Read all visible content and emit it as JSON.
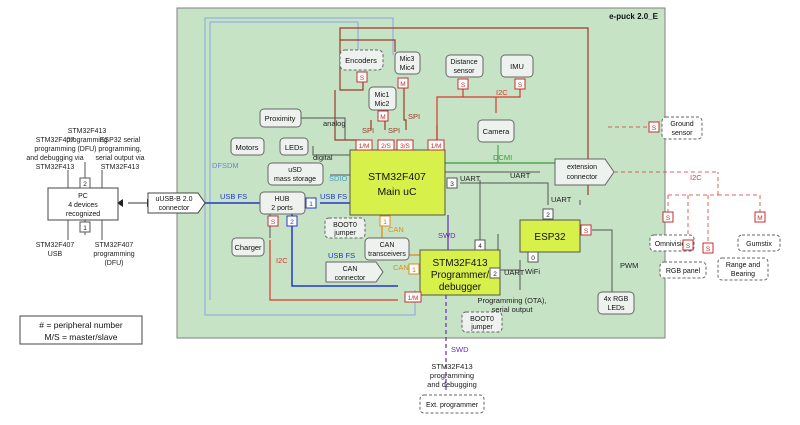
{
  "board_title": "e-puck 2.0_E",
  "main_uc": {
    "line1": "STM32F407",
    "line2": "Main uC"
  },
  "programmer": {
    "line1": "STM32F413",
    "line2": "Programmer/",
    "line3": "debugger"
  },
  "esp32": "ESP32",
  "sensors": {
    "encoders": "Encoders",
    "mic34": {
      "line1": "Mic3",
      "line2": "Mic4"
    },
    "mic12": {
      "line1": "Mic1",
      "line2": "Mic2"
    },
    "distance": {
      "line1": "Distance",
      "line2": "sensor"
    },
    "imu": "IMU",
    "camera": "Camera",
    "proximity": "Proximity",
    "motors": "Motors",
    "leds": "LEDs",
    "usd": {
      "line1": "uSD",
      "line2": "mass storage"
    },
    "hub": {
      "line1": "HUB",
      "line2": "2 ports"
    },
    "charger": "Charger",
    "boot0_main": {
      "line1": "BOOT0",
      "line2": "jumper"
    },
    "can_trans": {
      "line1": "CAN",
      "line2": "transceivers"
    },
    "can_conn": {
      "line1": "CAN",
      "line2": "connector"
    },
    "boot0_prog": {
      "line1": "BOOT0",
      "line2": "jumper"
    },
    "ext_conn": {
      "line1": "extension",
      "line2": "connector"
    },
    "rgb_leds": {
      "line1": "4x RGB",
      "line2": "LEDs"
    }
  },
  "external": {
    "pc": {
      "line1": "PC",
      "line2": "4 devices",
      "line3": "recognized"
    },
    "usb_conn": {
      "line1": "uUSB-B 2.0",
      "line2": "connector"
    },
    "ground_sensor": {
      "line1": "Ground",
      "line2": "sensor"
    },
    "omnivision": "Omnivision",
    "rgb_panel": "RGB panel",
    "range_bearing": {
      "line1": "Range and",
      "line2": "Bearing"
    },
    "gumstix": "Gumstix",
    "ext_programmer": "Ext. programmer"
  },
  "pc_ports": {
    "top_left": {
      "l1": "STM32F407",
      "l2": "programming",
      "l3": "and debugging via",
      "l4": "STM32F413"
    },
    "top_center": {
      "l1": "STM32F413",
      "l2": "programming",
      "l3": "(DFU)"
    },
    "top_right": {
      "l1": "ESP32 serial",
      "l2": "programming,",
      "l3": "serial output via",
      "l4": "STM32F413"
    },
    "bottom_left": {
      "l1": "STM32F407",
      "l2": "USB"
    },
    "bottom_right": {
      "l1": "STM32F407",
      "l2": "programming",
      "l3": "(DFU)"
    }
  },
  "labels": {
    "dfsdm": "DFSDM",
    "analog": "analog",
    "digital": "digital",
    "sdio": "SDIO",
    "spi_a": "SPI",
    "spi_b": "SPI",
    "spi_c": "SPI",
    "i2c_top": "I2C",
    "i2c_left": "I2C",
    "i2c_ext": "I2C",
    "dcmi": "DCMI",
    "uart_ext": "UART",
    "uart_main": "UART",
    "uart_esp": "UART",
    "uart_prog": "UART",
    "usb_fs_1": "USB FS",
    "usb_fs_2": "USB FS",
    "usb_fs_3": "USB FS",
    "can_1": "CAN",
    "can_2": "CAN",
    "swd_in": "SWD",
    "swd_ext": "SWD",
    "wifi": "WiFi",
    "pwm": "PWM",
    "ota": {
      "line1": "Programming (OTA),",
      "line2": "serial output"
    },
    "ext_prog_note": {
      "line1": "STM32F413",
      "line2": "programming",
      "line3": "and debugging"
    }
  },
  "ports": {
    "enc_s": "S",
    "mic34_m": "M",
    "mic12_m": "M",
    "dist_s": "S",
    "imu_s": "S",
    "spi_1m": "1/M",
    "spi_2s": "2/S",
    "spi_3s": "3/S",
    "i2c_1m": "1/M",
    "uart_3": "3",
    "uart_esp_2": "2",
    "esp_s": "S",
    "esp_0": "0",
    "prog_4": "4",
    "prog_2": "2",
    "prog_1": "1",
    "prog_1m": "1/M",
    "prog_s": "S",
    "hub_1": "1",
    "hub_2": "2",
    "main_1": "1",
    "pc_2": "2",
    "pc_1": "1",
    "gs_s": "S",
    "omni_s": "S",
    "rgb_s": "S",
    "rab_s": "S",
    "gum_m": "M"
  },
  "legend": {
    "line1": "# = peripheral number",
    "line2": "M/S = master/slave"
  },
  "colors": {
    "board_bg": "#c6e3c6",
    "board_border": "#808080",
    "chip_fill": "#d8f04a",
    "block_fill": "#eef2ee",
    "i2c": "#d83a2c",
    "spi": "#9b3a2c",
    "usb": "#2438c8",
    "dfsdm": "#8aa6e0",
    "dcmi": "#3a9a3a",
    "can": "#e08a1c",
    "swd": "#6a2bb0",
    "sdio": "#4aa0c8",
    "line": "#333333"
  }
}
